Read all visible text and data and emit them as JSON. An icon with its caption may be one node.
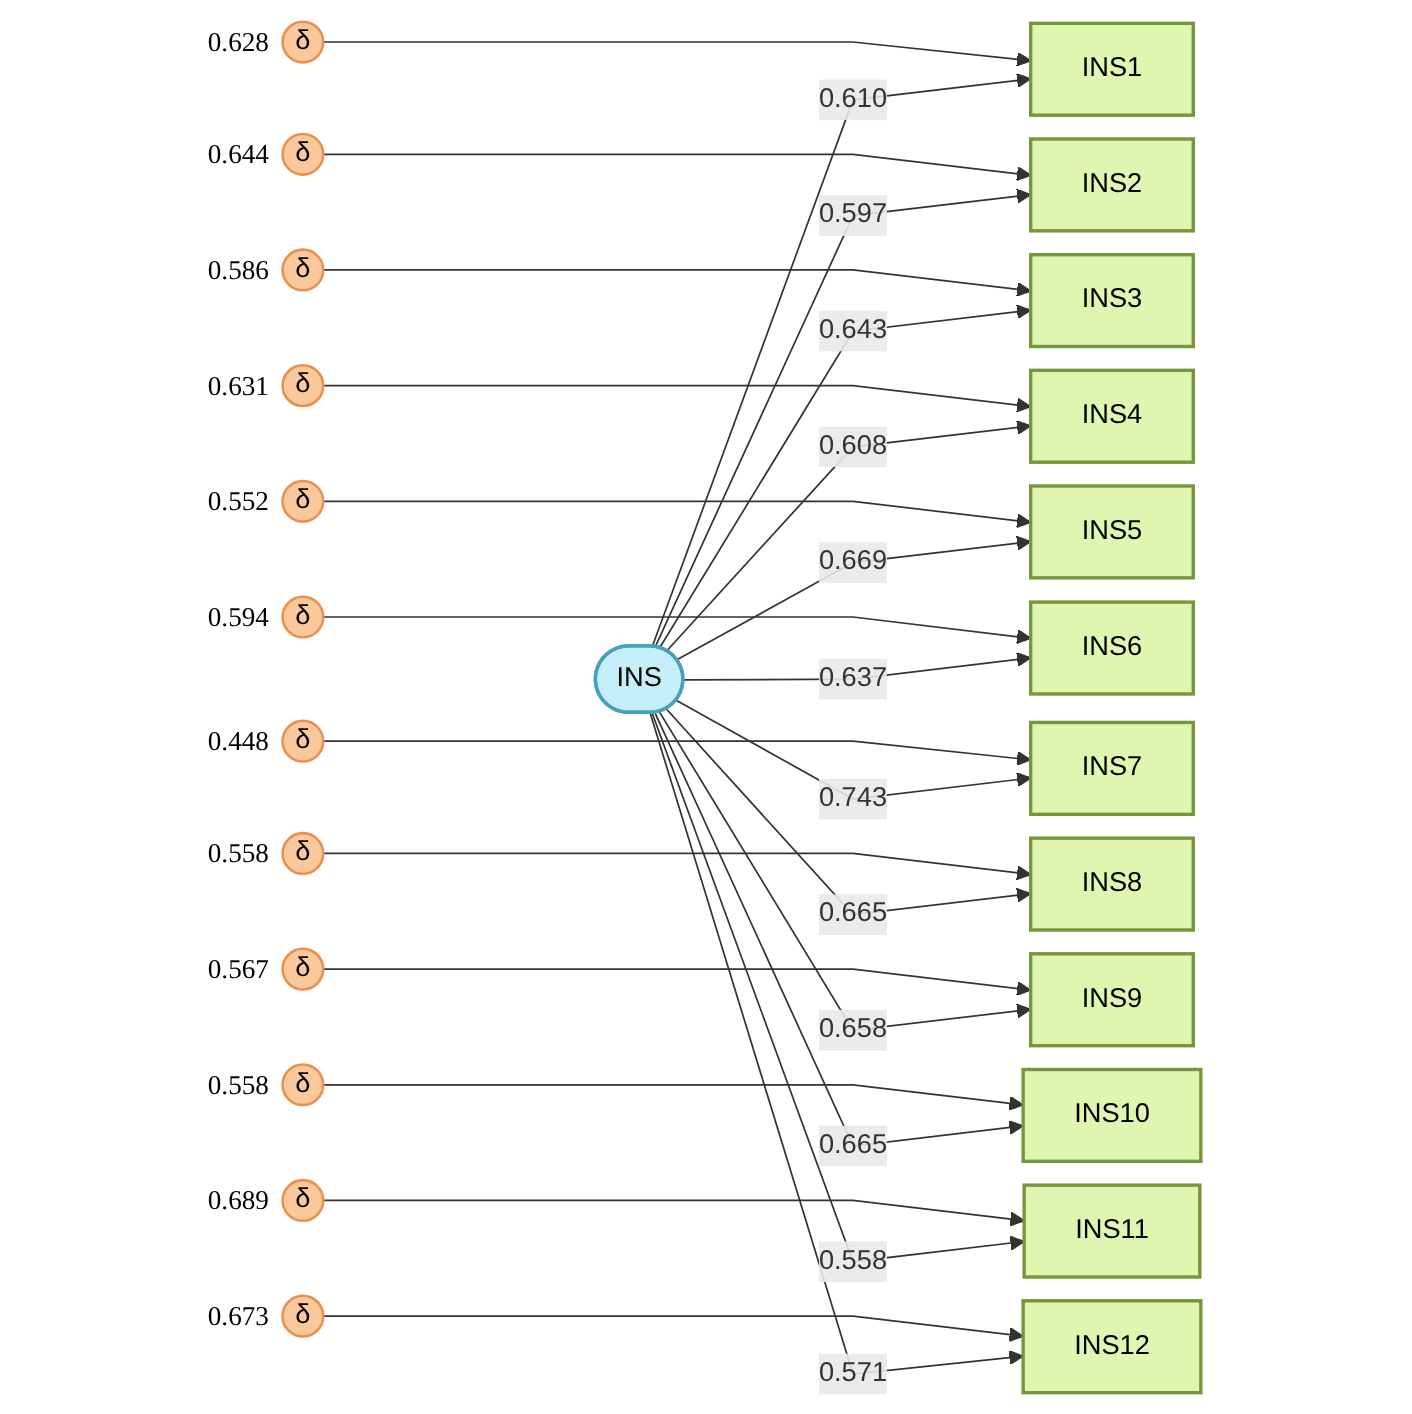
{
  "diagram": {
    "nodes": [
      {
        "text": [
          "δ"
        ],
        "beside": [
          "0.628"
        ]
      },
      {
        "text": [
          "INS1"
        ]
      },
      {
        "text": [
          "δ"
        ],
        "beside": [
          "0.644"
        ]
      },
      {
        "text": [
          "INS2"
        ]
      },
      {
        "text": [
          "δ"
        ],
        "beside": [
          "0.586"
        ]
      },
      {
        "text": [
          "INS3"
        ]
      },
      {
        "text": [
          "δ"
        ],
        "beside": [
          "0.631"
        ]
      },
      {
        "text": [
          "INS4"
        ]
      },
      {
        "text": [
          "δ"
        ],
        "beside": [
          "0.552"
        ]
      },
      {
        "text": [
          "INS5"
        ]
      },
      {
        "text": [
          "δ"
        ],
        "beside": [
          "0.594"
        ]
      },
      {
        "text": [
          "INS6"
        ]
      },
      {
        "text": [
          "δ"
        ],
        "beside": [
          "0.448"
        ]
      },
      {
        "text": [
          "INS7"
        ]
      },
      {
        "text": [
          "δ"
        ],
        "beside": [
          "0.558"
        ]
      },
      {
        "text": [
          "INS8"
        ]
      },
      {
        "text": [
          "δ"
        ],
        "beside": [
          "0.567"
        ]
      },
      {
        "text": [
          "INS9"
        ]
      },
      {
        "text": [
          "δ"
        ],
        "beside": [
          "0.558"
        ]
      },
      {
        "text": [
          "INS10"
        ]
      },
      {
        "text": [
          "δ"
        ],
        "beside": [
          "0.689"
        ]
      },
      {
        "text": [
          "INS11"
        ]
      },
      {
        "text": [
          "δ"
        ],
        "beside": [
          "0.673"
        ]
      },
      {
        "text": [
          "INS12"
        ]
      },
      {
        "text": [
          "INS"
        ]
      }
    ],
    "edges": [
      {
        "from": 0,
        "to": 1,
        "arrow": "to"
      },
      {
        "from": 2,
        "to": 3,
        "arrow": "to"
      },
      {
        "from": 4,
        "to": 5,
        "arrow": "to"
      },
      {
        "from": 6,
        "to": 7,
        "arrow": "to"
      },
      {
        "from": 8,
        "to": 9,
        "arrow": "to"
      },
      {
        "from": 10,
        "to": 11,
        "arrow": "to"
      },
      {
        "from": 12,
        "to": 13,
        "arrow": "to"
      },
      {
        "from": 14,
        "to": 15,
        "arrow": "to"
      },
      {
        "from": 16,
        "to": 17,
        "arrow": "to"
      },
      {
        "from": 18,
        "to": 19,
        "arrow": "to"
      },
      {
        "from": 20,
        "to": 21,
        "arrow": "to"
      },
      {
        "from": 22,
        "to": 23,
        "arrow": "to"
      },
      {
        "from": 24,
        "to": 1,
        "arrow": "to",
        "label": "0.610"
      },
      {
        "from": 24,
        "to": 3,
        "arrow": "to",
        "label": "0.597"
      },
      {
        "from": 24,
        "to": 5,
        "arrow": "to",
        "label": "0.643"
      },
      {
        "from": 24,
        "to": 7,
        "arrow": "to",
        "label": "0.608"
      },
      {
        "from": 24,
        "to": 9,
        "arrow": "to",
        "label": "0.669"
      },
      {
        "from": 24,
        "to": 11,
        "arrow": "to",
        "label": "0.637"
      },
      {
        "from": 24,
        "to": 13,
        "arrow": "to",
        "label": "0.743"
      },
      {
        "from": 24,
        "to": 15,
        "arrow": "to",
        "label": "0.665"
      },
      {
        "from": 24,
        "to": 17,
        "arrow": "to",
        "label": "0.658"
      },
      {
        "from": 24,
        "to": 19,
        "arrow": "to",
        "label": "0.665"
      },
      {
        "from": 24,
        "to": 21,
        "arrow": "to",
        "label": "0.558"
      },
      {
        "from": 24,
        "to": 23,
        "arrow": "to",
        "label": "0.571"
      }
    ]
  }
}
